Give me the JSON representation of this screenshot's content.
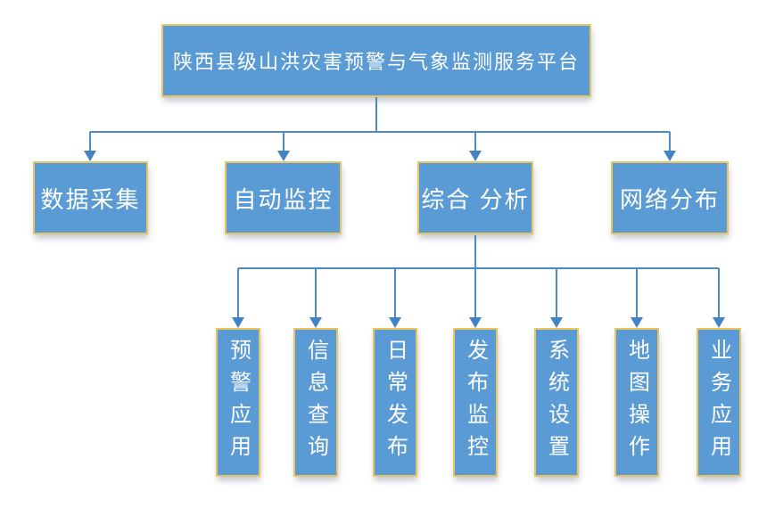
{
  "diagram": {
    "type": "org-chart-flowchart",
    "background": "#ffffff",
    "colors": {
      "box_fill": "#5b9bd5",
      "box_border": "#e8c55f",
      "connector_line": "#4e8ac9",
      "arrowhead": "#4383c4",
      "text": "#ffffff"
    },
    "root": {
      "label": "陕西县级山洪灾害预警与气象监测服务平台"
    },
    "level2": [
      {
        "label": "数据采集"
      },
      {
        "label": "自动监控"
      },
      {
        "label": "综合 分析"
      },
      {
        "label": "网络分布"
      }
    ],
    "level3_parent": "综合 分析",
    "level3": [
      {
        "label": "预警应用"
      },
      {
        "label": "信息查询"
      },
      {
        "label": "日常发布"
      },
      {
        "label": "发布监控"
      },
      {
        "label": "系统设置"
      },
      {
        "label": "地图操作"
      },
      {
        "label": "业务应用"
      }
    ]
  }
}
